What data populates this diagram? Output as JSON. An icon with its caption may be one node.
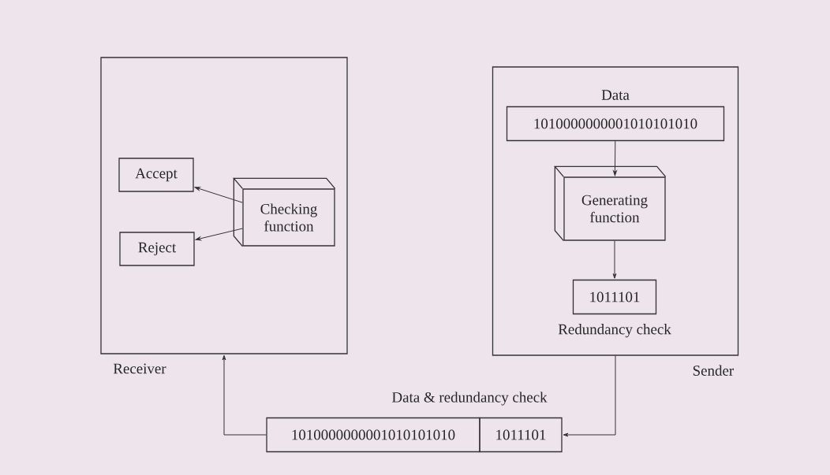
{
  "diagram": {
    "nodes": [
      {
        "text": [
          "Receiver"
        ]
      },
      {
        "text": [
          "Accept"
        ],
        "in": 0
      },
      {
        "text": [
          "Reject"
        ],
        "in": 0
      },
      {
        "text": [
          "Checking function"
        ],
        "in": 0
      },
      {
        "text": [
          "Sender"
        ]
      },
      {
        "text": [
          "Data",
          "1010000000001010101010"
        ],
        "in": 4
      },
      {
        "text": [
          "Generating function"
        ],
        "in": 4
      },
      {
        "text": [
          "1011101"
        ],
        "in": 4,
        "beside": [
          "Redundancy check"
        ]
      },
      {
        "text": [
          "1010000000001010101010"
        ]
      },
      {
        "text": [
          "1011101"
        ]
      }
    ],
    "edges": [
      {
        "from": 3,
        "to": 1,
        "arrow": "to"
      },
      {
        "from": 3,
        "to": 2,
        "arrow": "to"
      },
      {
        "from": 5,
        "to": 6,
        "arrow": "to"
      },
      {
        "from": 6,
        "to": 7,
        "arrow": "to"
      },
      {
        "from": 4,
        "to": 9,
        "arrow": "to"
      },
      {
        "from": 8,
        "to": 0,
        "arrow": "to"
      }
    ],
    "labels": [
      "Data & redundancy check"
    ]
  }
}
